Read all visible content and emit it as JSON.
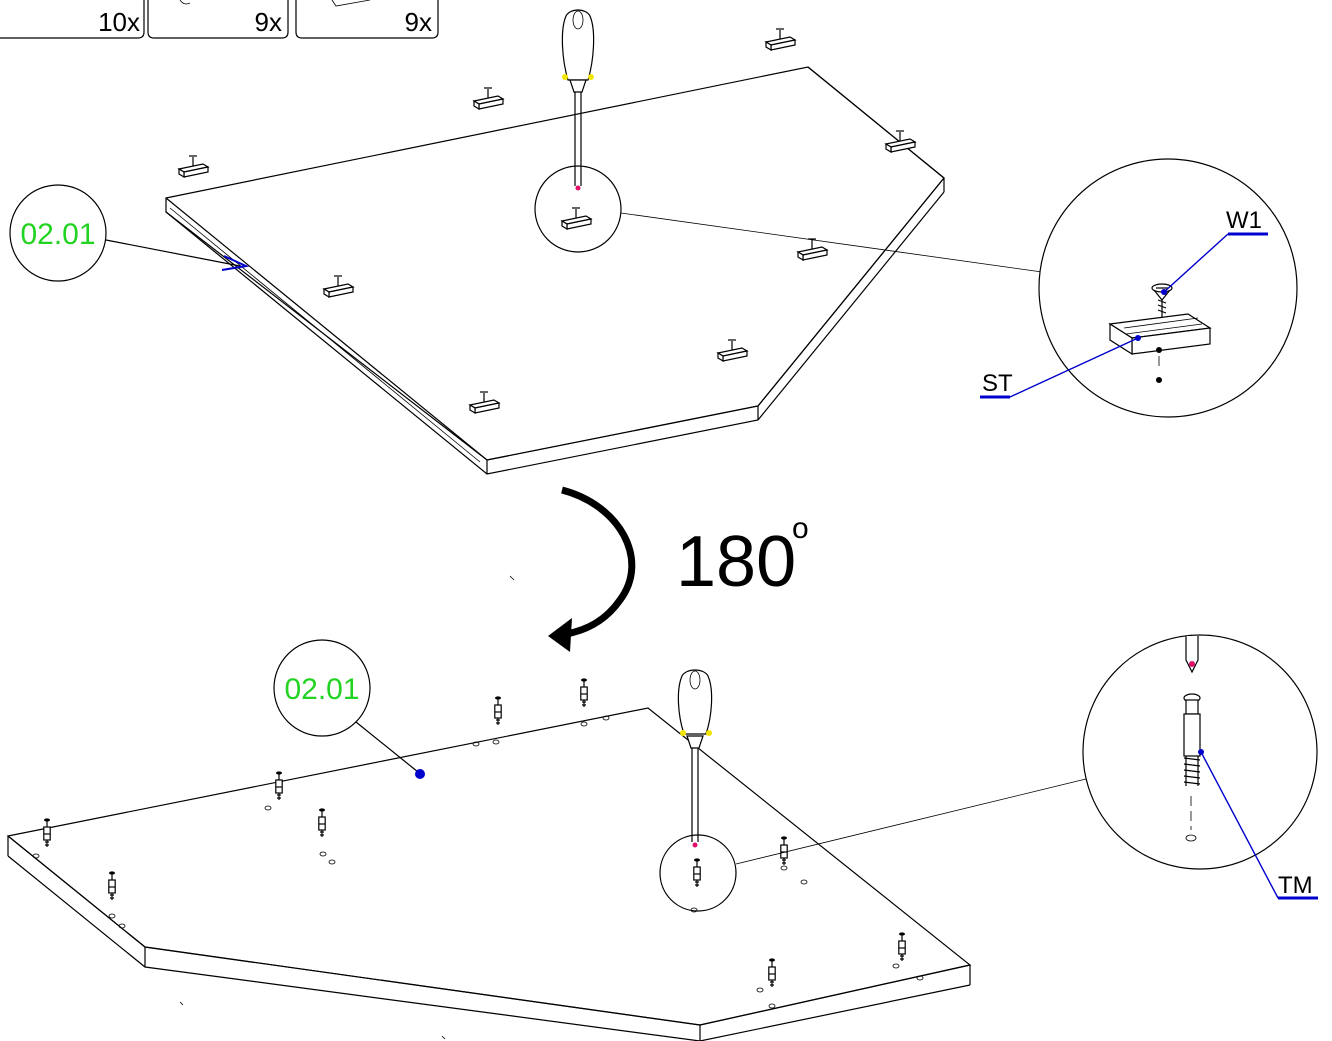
{
  "parts_bar": {
    "counts": [
      "10x",
      "9x",
      "9x"
    ]
  },
  "step_top": {
    "part_badge": "02.01",
    "callout_labels": {
      "screw": "W1",
      "bracket": "ST"
    }
  },
  "rotation": {
    "angle": "180",
    "degree_mark": "o"
  },
  "step_bottom": {
    "part_badge": "02.01",
    "callout_labels": {
      "dowel": "TM"
    }
  },
  "colors": {
    "badge_text": "#22d322",
    "leader_blue": "#0000cc",
    "tip_magenta": "#e0106a",
    "grip_yellow": "#f2e600"
  }
}
